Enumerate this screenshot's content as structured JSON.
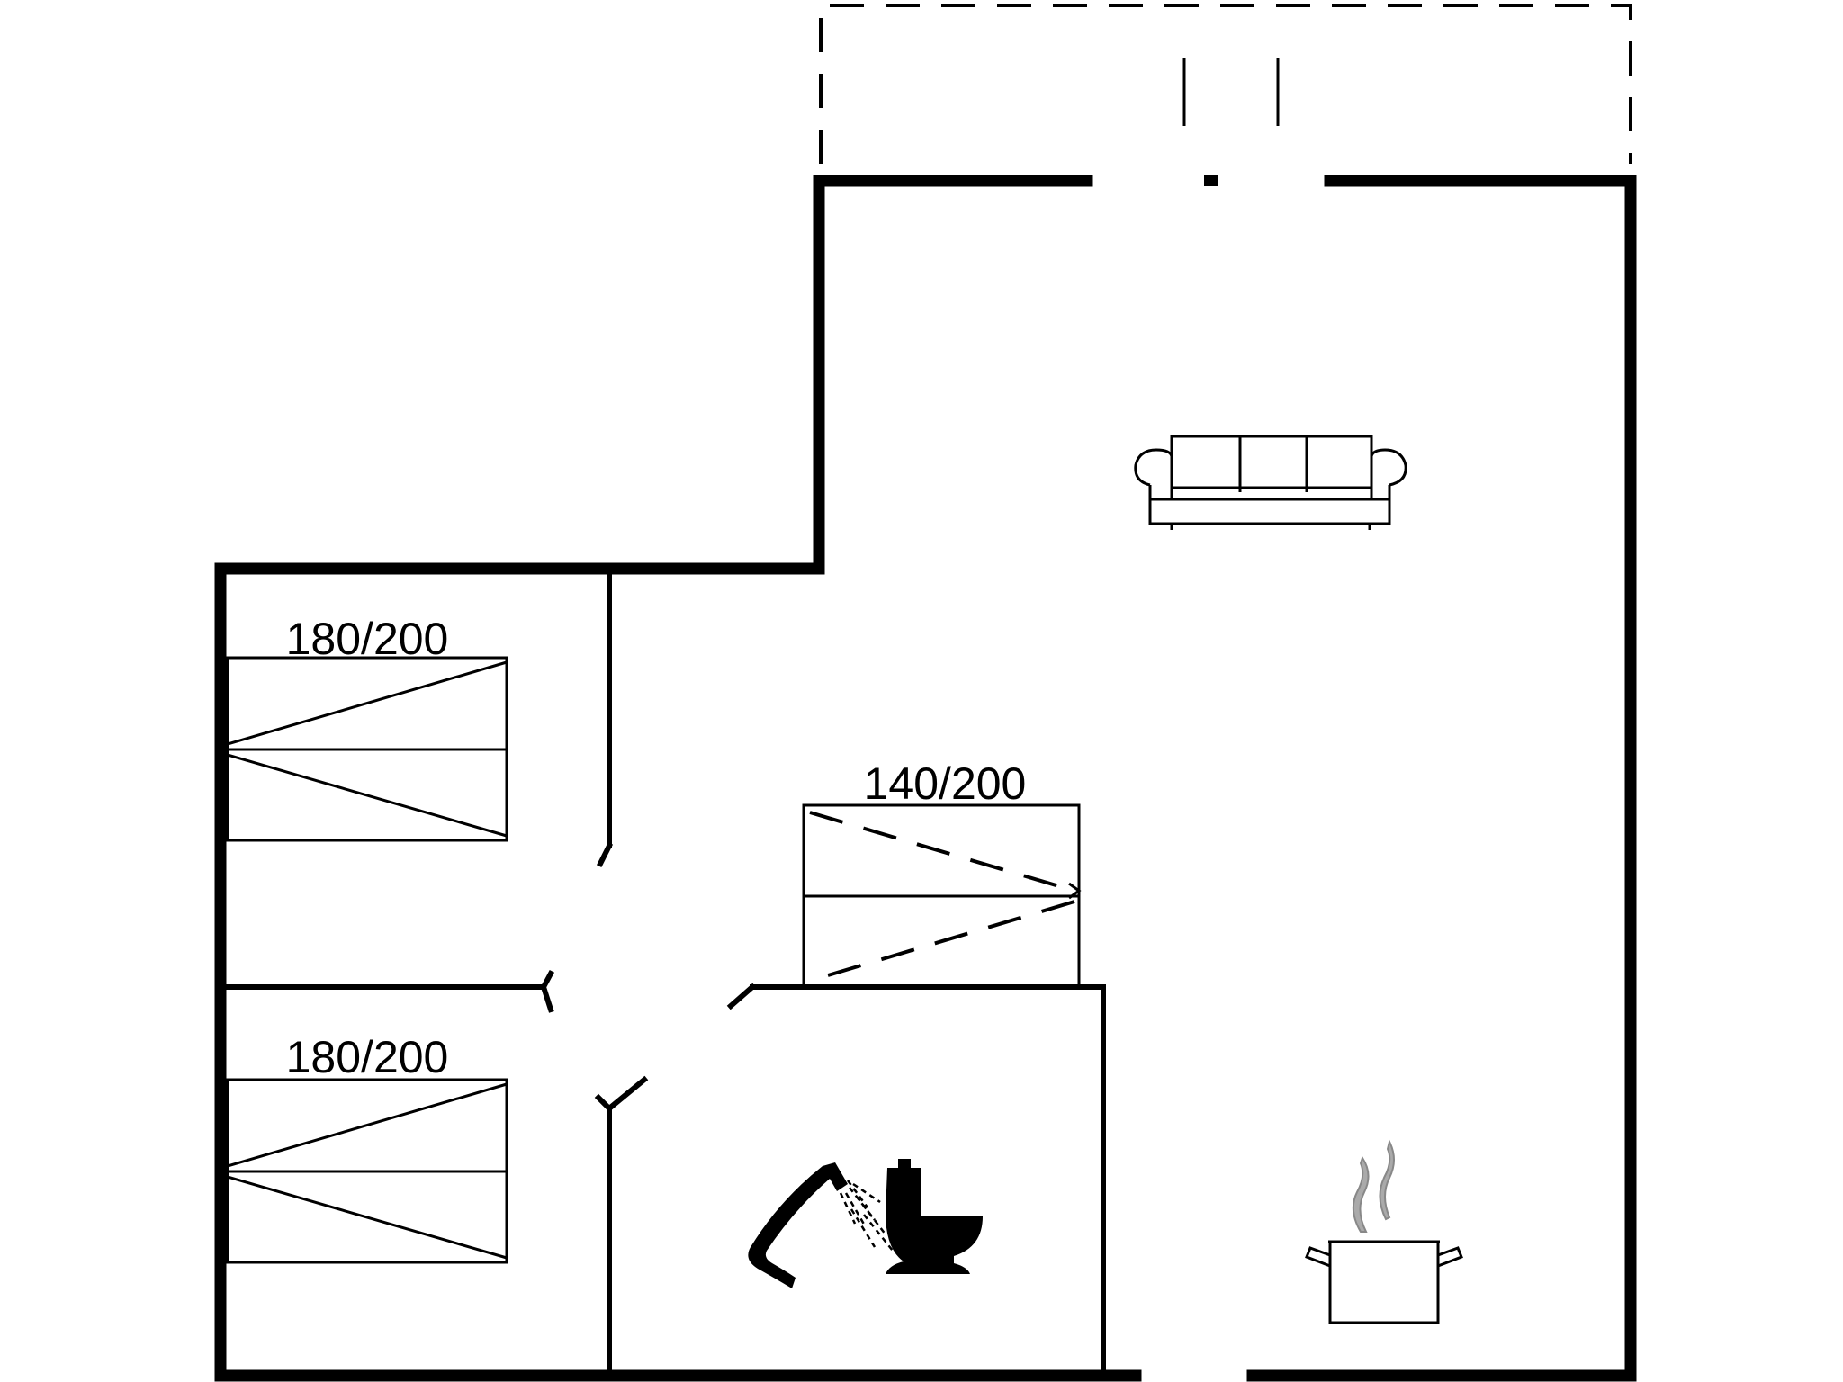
{
  "beds": [
    {
      "id": "bed-1",
      "size_label": "180/200"
    },
    {
      "id": "bed-2",
      "size_label": "180/200"
    },
    {
      "id": "bed-3",
      "size_label": "140/200"
    }
  ],
  "icons": [
    "sofa-icon",
    "shower-icon",
    "toilet-icon",
    "cooking-pot-icon"
  ],
  "colors": {
    "line": "#000000",
    "background": "#ffffff",
    "steam": "#aaaaaa"
  }
}
